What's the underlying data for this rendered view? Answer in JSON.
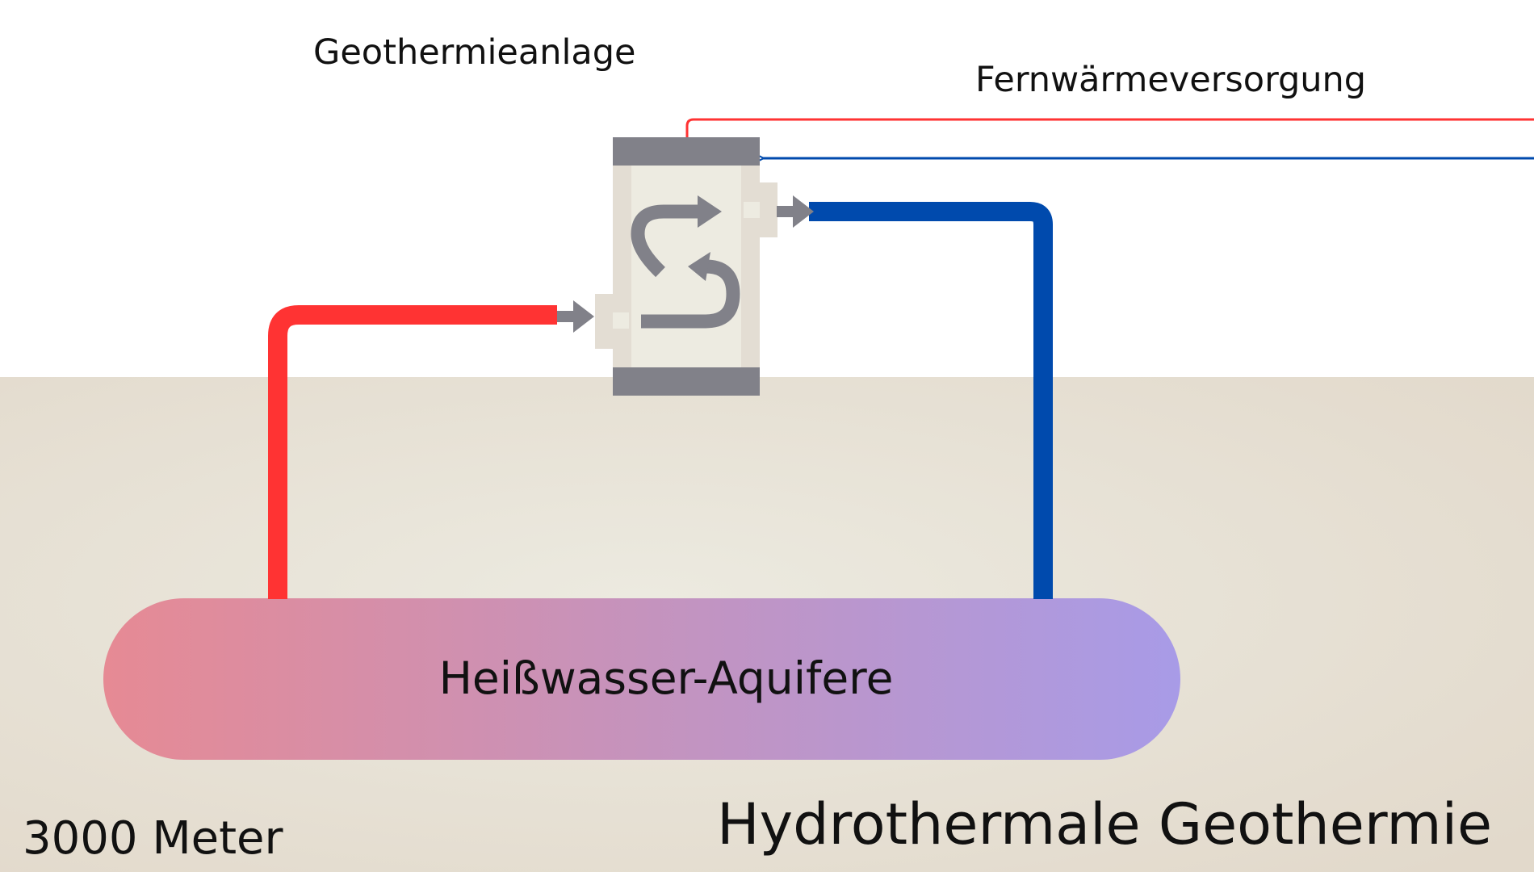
{
  "labels": {
    "plant": "Geothermieanlage",
    "district_heating": "Fernwärmeversorgung",
    "aquifer": "Heißwasser-Aquifere",
    "title": "Hydrothermale Geothermie",
    "depth": "3000 Meter"
  },
  "colors": {
    "sky": "#ffffff",
    "ground": "#e2d9cb",
    "ground_glow": "#ece9de",
    "hot_pipe": "#ff3333",
    "cold_pipe": "#004aad",
    "aquifer_hot": "#e68a94",
    "aquifer_cold": "#a89be7",
    "exchanger_body": "#e3ddd3",
    "exchanger_inner": "#edebe1",
    "exchanger_caps": "#818189"
  },
  "icons": {
    "exchanger": "heat-exchanger-icon",
    "flow_arrows": "arrow-right-icon"
  }
}
